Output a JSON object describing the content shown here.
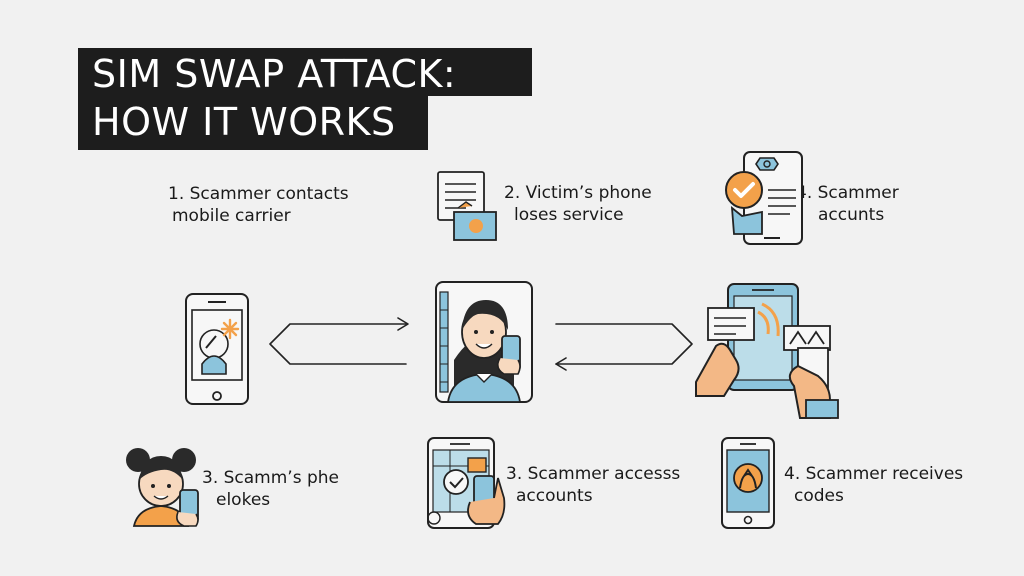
{
  "title": {
    "line1": "SIM SWAP ATTACK:",
    "line2": "HOW IT WORKS"
  },
  "steps": [
    {
      "line1": "1. Scammer contacts",
      "line2": "mobile carrier"
    },
    {
      "line1": "2. Victim’s phone",
      "line2": "loses service"
    },
    {
      "line1": "4. Scammer",
      "line2": "accunts"
    },
    {
      "line1": "3. Scamm’s phe",
      "line2": "elokes"
    },
    {
      "line1": "3. Scammer accesss",
      "line2": "accounts"
    },
    {
      "line1": "4. Scammer receives",
      "line2": "codes"
    }
  ],
  "colors": {
    "accent_orange": "#f3a14a",
    "accent_blue": "#8cc4dc",
    "ink": "#1d1d1d",
    "background": "#f1f1f1"
  },
  "icons": [
    "document-card-icon",
    "phone-check-icon",
    "phone-person-icon",
    "woman-phone-icon",
    "hand-phone-icon",
    "girl-phone-icon",
    "phone-map-icon",
    "phone-codes-icon"
  ]
}
